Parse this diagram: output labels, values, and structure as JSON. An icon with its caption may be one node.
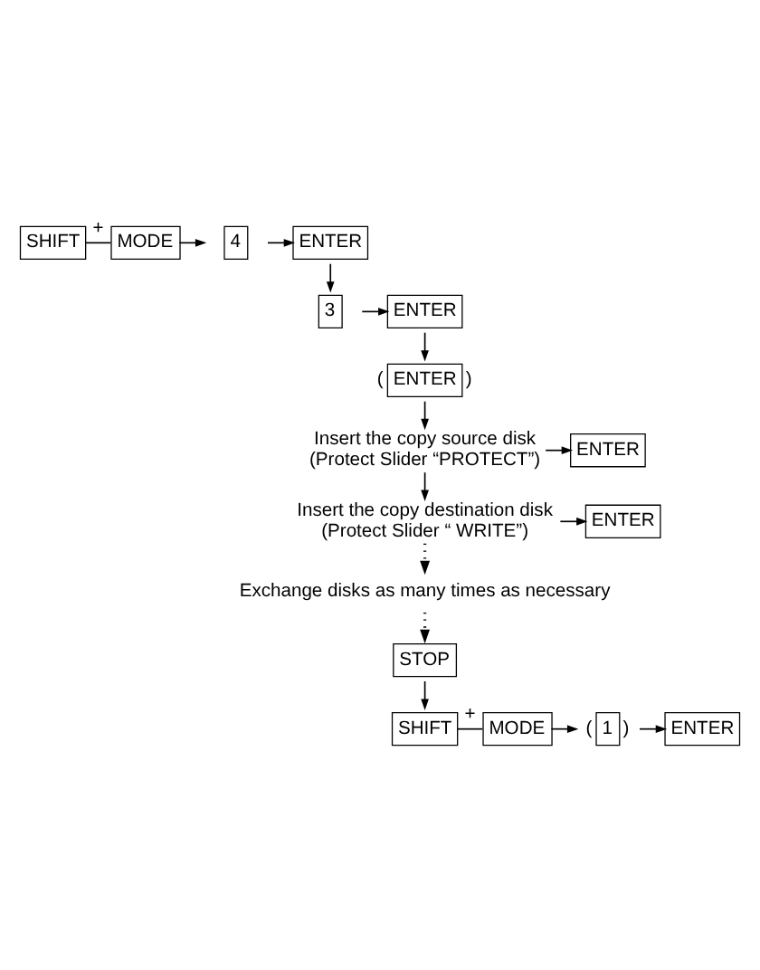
{
  "diagram": {
    "nodes": [
      {
        "text": [
          "SHIFT"
        ]
      },
      {
        "text": [
          "MODE"
        ]
      },
      {
        "text": [
          "4"
        ]
      },
      {
        "text": [
          "ENTER"
        ]
      },
      {
        "text": [
          "3"
        ]
      },
      {
        "text": [
          "ENTER"
        ]
      },
      {
        "text": [
          "ENTER"
        ],
        "beside": [
          "(",
          ")"
        ]
      },
      {
        "text": [
          "Insert the copy source disk",
          "(Protect Slider “PROTECT”)"
        ]
      },
      {
        "text": [
          "ENTER"
        ]
      },
      {
        "text": [
          "Insert the copy destination disk",
          "(Protect Slider “ WRITE”)"
        ]
      },
      {
        "text": [
          "ENTER"
        ]
      },
      {
        "text": [
          "Exchange disks as many times as necessary"
        ]
      },
      {
        "text": [
          "STOP"
        ]
      },
      {
        "text": [
          "SHIFT"
        ]
      },
      {
        "text": [
          "MODE"
        ]
      },
      {
        "text": [
          "1"
        ],
        "beside": [
          "(",
          ")"
        ]
      },
      {
        "text": [
          "ENTER"
        ]
      }
    ],
    "edges": [
      {
        "from": 0,
        "to": 1,
        "arrow": "none",
        "label": "+"
      },
      {
        "from": 1,
        "to": 2,
        "arrow": "to"
      },
      {
        "from": 2,
        "to": 3,
        "arrow": "to"
      },
      {
        "from": 3,
        "to": 4,
        "arrow": "to"
      },
      {
        "from": 4,
        "to": 5,
        "arrow": "to"
      },
      {
        "from": 5,
        "to": 6,
        "arrow": "to"
      },
      {
        "from": 6,
        "to": 7,
        "arrow": "to"
      },
      {
        "from": 7,
        "to": 8,
        "arrow": "to"
      },
      {
        "from": 7,
        "to": 9,
        "arrow": "to"
      },
      {
        "from": 9,
        "to": 10,
        "arrow": "to"
      },
      {
        "from": 9,
        "to": 11,
        "arrow": "to",
        "style": "dashed"
      },
      {
        "from": 11,
        "to": 12,
        "arrow": "to",
        "style": "dashed"
      },
      {
        "from": 12,
        "to": 13,
        "arrow": "to"
      },
      {
        "from": 13,
        "to": 14,
        "arrow": "none",
        "label": "+"
      },
      {
        "from": 14,
        "to": 15,
        "arrow": "to"
      },
      {
        "from": 15,
        "to": 16,
        "arrow": "to"
      }
    ]
  }
}
